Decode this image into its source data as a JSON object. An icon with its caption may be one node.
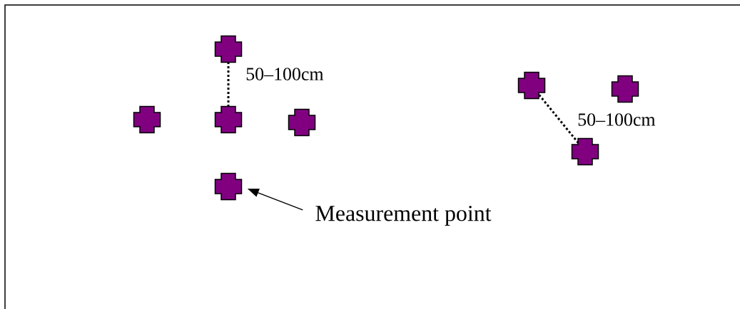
{
  "diagram": {
    "nodes": [
      {
        "text": [],
        "shape": "cross"
      },
      {
        "text": [],
        "shape": "cross"
      },
      {
        "text": [],
        "shape": "cross"
      },
      {
        "text": [],
        "shape": "cross"
      },
      {
        "text": [],
        "shape": "cross"
      },
      {
        "text": [],
        "shape": "cross"
      },
      {
        "text": [],
        "shape": "cross"
      },
      {
        "text": [],
        "shape": "cross"
      },
      {
        "text": [
          "Measurement point"
        ]
      }
    ],
    "edges": [
      {
        "from": 8,
        "to": 7,
        "arrow": "to"
      }
    ],
    "labels": [
      "50–100cm",
      "50–100cm"
    ]
  }
}
